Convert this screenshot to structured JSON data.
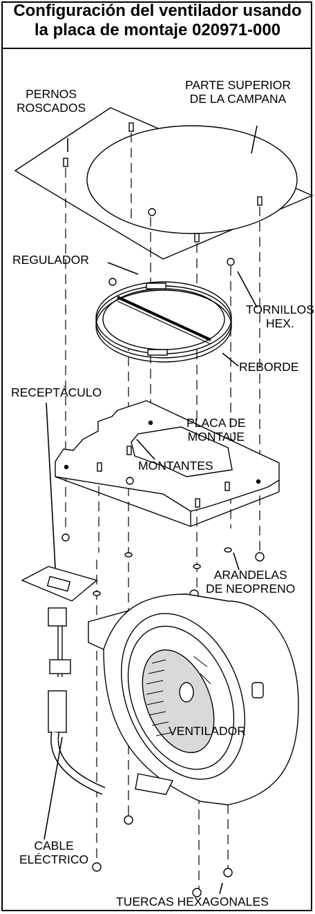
{
  "title": {
    "line1": "Configuración del ventilador usando",
    "line2": "la placa de montaje 020971-000"
  },
  "labels": {
    "pernos_roscados": [
      "PERNOS",
      "ROSCADOS"
    ],
    "parte_superior": [
      "PARTE SUPERIOR",
      "DE LA CAMPANA"
    ],
    "regulador": "REGULADOR",
    "tornillos_hex": [
      "TORNILLOS",
      "HEX."
    ],
    "reborde": "REBORDE",
    "receptaculo": "RECEPTÁCULO",
    "placa_montaje": [
      "PLACA DE",
      "MONTAJE"
    ],
    "montantes": "MONTANTES",
    "arandelas": [
      "ARANDELAS",
      "DE NEOPRENO"
    ],
    "ventilador": "VENTILADOR",
    "cable": [
      "CABLE",
      "ELÉCTRICO"
    ],
    "tuercas": "TUERCAS HEXAGONALES"
  },
  "colors": {
    "ink": "#000000",
    "paper": "#ffffff",
    "shade": "#d9d9d9"
  }
}
